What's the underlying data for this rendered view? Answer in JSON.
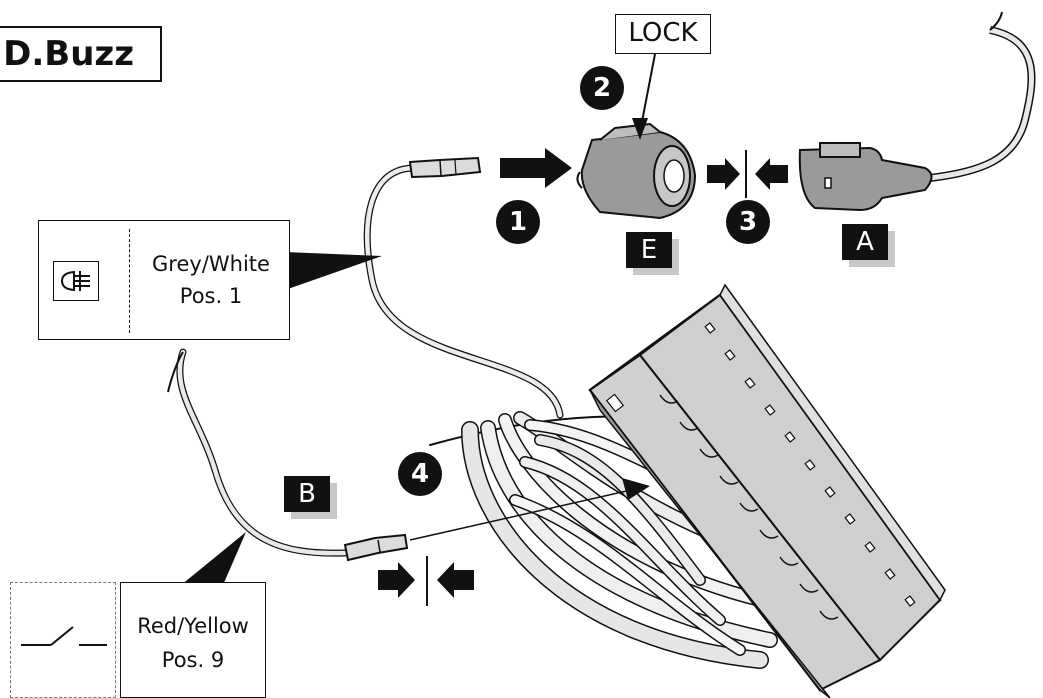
{
  "model_label": "D.Buzz",
  "lock_label": "LOCK",
  "steps": [
    "1",
    "2",
    "3",
    "4"
  ],
  "connector_tags": {
    "a": "A",
    "b": "B",
    "e": "E"
  },
  "wires": [
    {
      "color_line1": "Grey/White",
      "position_line2": "Pos. 1",
      "icon": "fog-light-icon"
    },
    {
      "color_line1": "Red/Yellow",
      "position_line2": "Pos. 9",
      "icon": "switch-icon"
    }
  ]
}
